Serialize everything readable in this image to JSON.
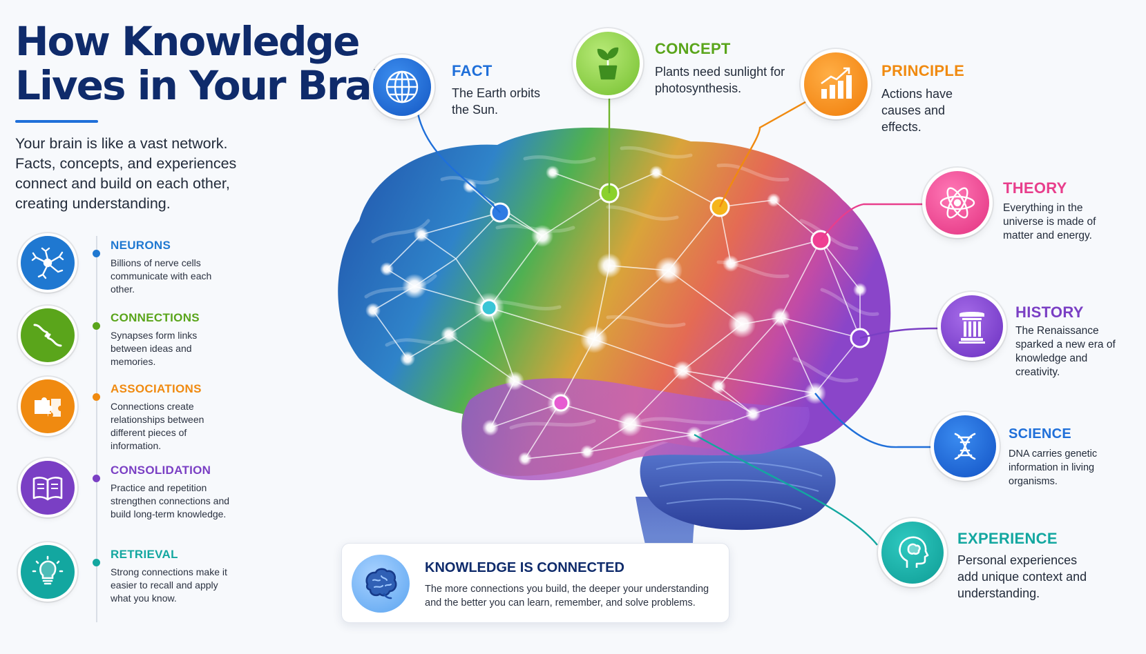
{
  "title": {
    "line1": "How Knowledge",
    "line2": "Lives in Your Brain"
  },
  "intro": "Your brain is like a vast network. Facts, concepts, and experiences connect and build on each other, creating understanding.",
  "features": [
    {
      "title": "NEURONS",
      "desc": "Billions of nerve cells communicate with each other.",
      "color": "#1f78d1",
      "icon": "neuron-icon"
    },
    {
      "title": "CONNECTIONS",
      "desc": "Synapses form links between ideas and memories.",
      "color": "#5aa51b",
      "icon": "synapse-icon"
    },
    {
      "title": "ASSOCIATIONS",
      "desc": "Connections create relationships between different pieces of information.",
      "color": "#f08a10",
      "icon": "puzzle-icon"
    },
    {
      "title": "CONSOLIDATION",
      "desc": "Practice and repetition strengthen connections and build long-term knowledge.",
      "color": "#7a3fc4",
      "icon": "book-icon"
    },
    {
      "title": "RETRIEVAL",
      "desc": "Strong connections make it easier to recall and apply what you know.",
      "color": "#13a7a0",
      "icon": "lightbulb-icon"
    }
  ],
  "knowledge": {
    "fact": {
      "title": "FACT",
      "desc": "The Earth orbits the Sun.",
      "color": "#1f6fd9",
      "icon": "globe-icon"
    },
    "concept": {
      "title": "CONCEPT",
      "desc": "Plants need sunlight for photosynthesis.",
      "color": "#6fb52c",
      "icon": "plant-icon"
    },
    "principle": {
      "title": "PRINCIPLE",
      "desc": "Actions have causes and effects.",
      "color": "#f08a10",
      "icon": "growth-chart-icon"
    },
    "theory": {
      "title": "THEORY",
      "desc": "Everything in the universe is made of matter and energy.",
      "color": "#e83e8c",
      "icon": "atom-icon"
    },
    "history": {
      "title": "HISTORY",
      "desc": "The Renaissance sparked a new era of knowledge and creativity.",
      "color": "#7a3fc4",
      "icon": "column-icon"
    },
    "science": {
      "title": "SCIENCE",
      "desc": "DNA carries genetic information in living organisms.",
      "color": "#1f6fd9",
      "icon": "dna-icon"
    },
    "experience": {
      "title": "EXPERIENCE",
      "desc": "Personal experiences add unique context and understanding.",
      "color": "#13a7a0",
      "icon": "head-brain-icon"
    }
  },
  "callout": {
    "title": "KNOWLEDGE IS CONNECTED",
    "desc": "The more connections you build, the deeper your understanding and the better you can learn, remember, and solve problems.",
    "icon": "brain-icon"
  }
}
